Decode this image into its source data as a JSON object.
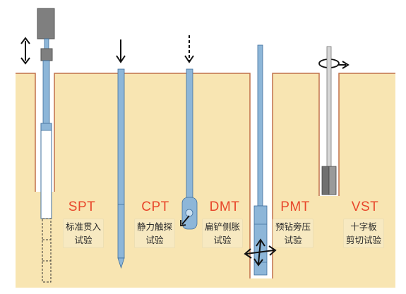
{
  "tests": [
    {
      "key": "spt",
      "abbr": "SPT",
      "name_line1": "标准贯入",
      "name_line2": "试验"
    },
    {
      "key": "cpt",
      "abbr": "CPT",
      "name_line1": "静力触探",
      "name_line2": "试验"
    },
    {
      "key": "dmt",
      "abbr": "DMT",
      "name_line1": "扁铲侧胀",
      "name_line2": "试验"
    },
    {
      "key": "pmt",
      "abbr": "PMT",
      "name_line1": "预钻旁压",
      "name_line2": "试验"
    },
    {
      "key": "vst",
      "abbr": "VST",
      "name_line1": "十字板",
      "name_line2": "剪切试验"
    }
  ],
  "colors": {
    "soil": "#f8e5b2",
    "ground_line": "#c0704a",
    "rod": "#8db6d8",
    "rod_edge": "#3f6f9c",
    "weight": "#808080",
    "label_text": "#e8472b"
  },
  "icons": [
    "double-arrow-icon",
    "down-arrow-icon",
    "dashed-down-arrow-icon",
    "rotation-arrow-icon",
    "expansion-arrows-icon"
  ]
}
